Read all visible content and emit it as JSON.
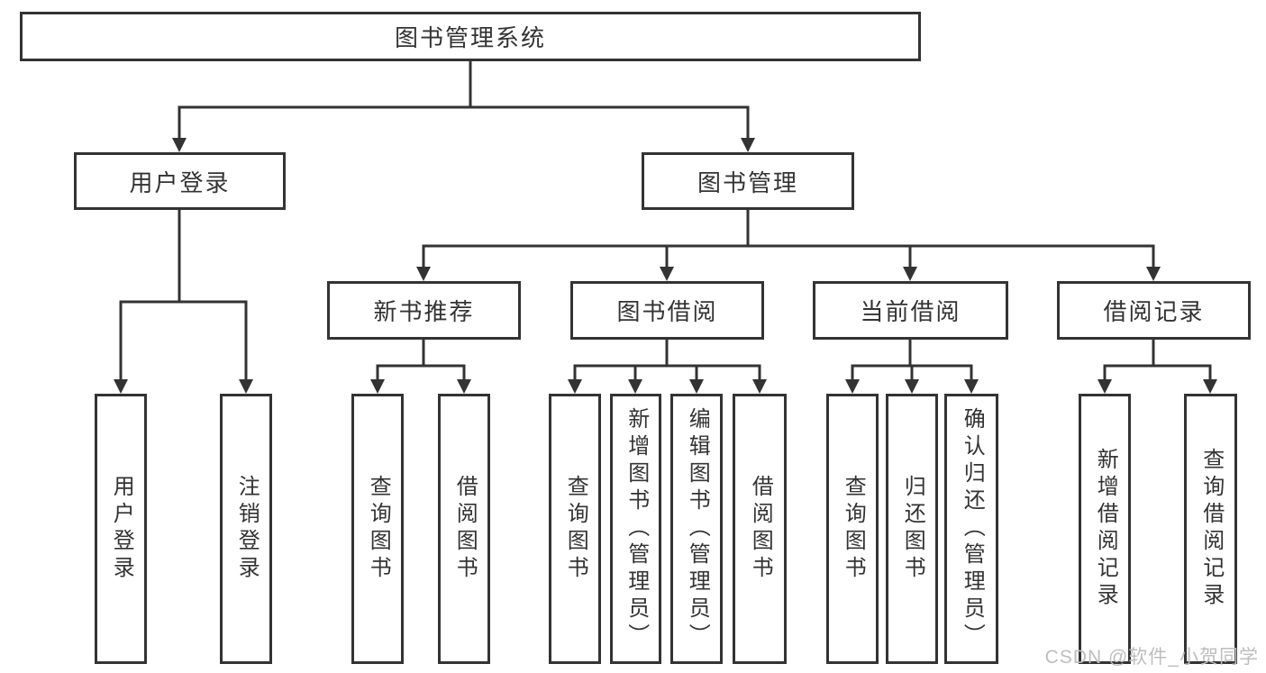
{
  "tree": {
    "root": {
      "label": "图书管理系统"
    },
    "user_branch": {
      "label": "用户登录",
      "children": [
        {
          "label": "用户登录"
        },
        {
          "label": "注销登录"
        }
      ]
    },
    "book_branch": {
      "label": "图书管理",
      "sections": [
        {
          "label": "新书推荐",
          "children": [
            {
              "label": "查询图书"
            },
            {
              "label": "借阅图书"
            }
          ]
        },
        {
          "label": "图书借阅",
          "children": [
            {
              "label": "查询图书"
            },
            {
              "label": "新增图书（管理员）"
            },
            {
              "label": "编辑图书（管理员）"
            },
            {
              "label": "借阅图书"
            }
          ]
        },
        {
          "label": "当前借阅",
          "children": [
            {
              "label": "查询图书"
            },
            {
              "label": "归还图书"
            },
            {
              "label": "确认归还（管理员）"
            }
          ]
        },
        {
          "label": "借阅记录",
          "children": [
            {
              "label": "新增借阅记录"
            },
            {
              "label": "查询借阅记录"
            }
          ]
        }
      ]
    }
  },
  "watermark": {
    "text": "CSDN @软件_小贺同学"
  },
  "colors": {
    "line": "#333333",
    "box_border": "#333333",
    "text": "#333333",
    "background": "#ffffff",
    "watermark": "#bdbdbd"
  }
}
